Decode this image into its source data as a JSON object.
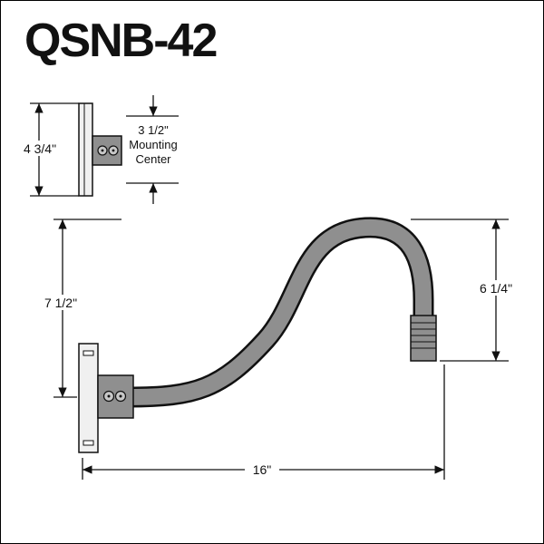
{
  "title": "QSNB-42",
  "colors": {
    "line": "#111111",
    "arm_fill": "#8f8f8f",
    "bracket_fill": "#8f8f8f",
    "plate_fill": "#f0f0f0",
    "hole_fill": "#c8c8c8",
    "background": "#ffffff"
  },
  "side_view": {
    "plate_height_label": "4 3/4\"",
    "mounting_center_line1": "3 1/2\"",
    "mounting_center_line2": "Mounting",
    "mounting_center_line3": "Center"
  },
  "main_view": {
    "drop_height_label": "7 1/2\"",
    "arm_rise_label": "6 1/4\"",
    "arm_length_label": "16\""
  }
}
